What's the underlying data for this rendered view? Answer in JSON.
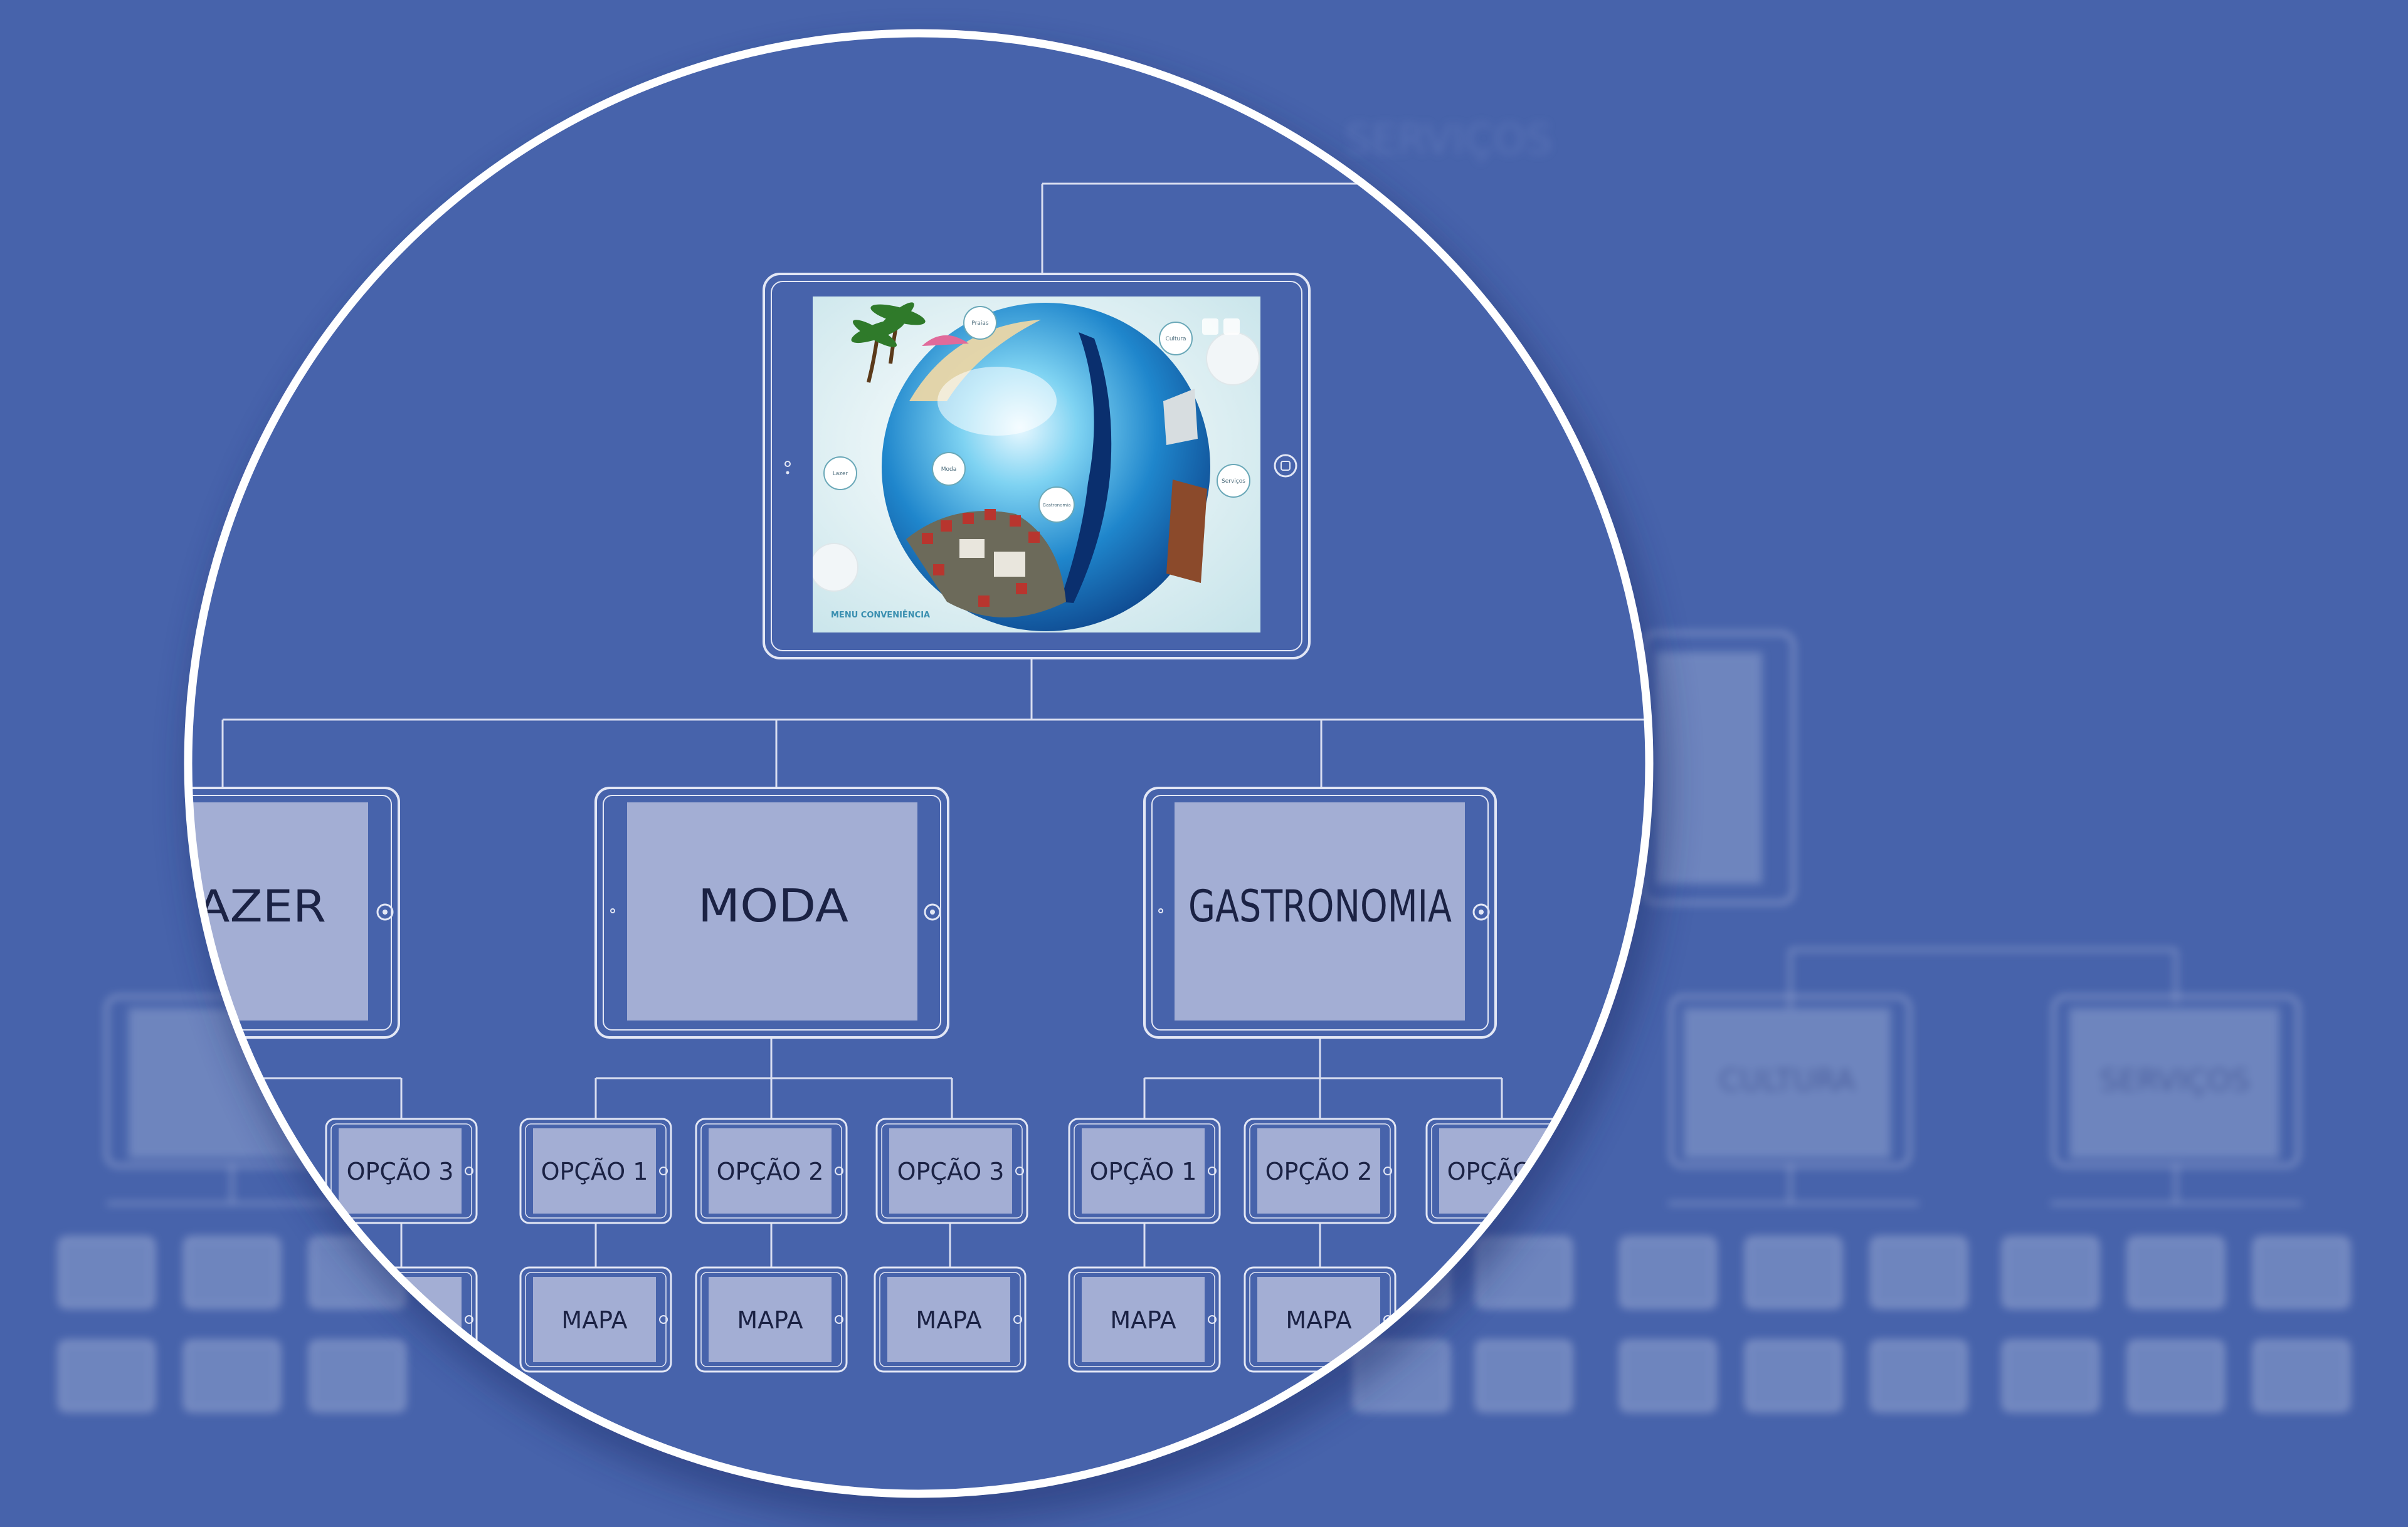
{
  "colors": {
    "background": "#4763ab",
    "screen_fill": "#a3aed4",
    "outline": "#d9def0",
    "label_text": "#1b2244",
    "lens_border": "#ffffff"
  },
  "main_screen": {
    "bubbles": [
      "Praias",
      "Cultura",
      "Lazer",
      "Moda",
      "Gastronomia",
      "Serviços"
    ],
    "caption": "MENU CONVENIÊNCIA"
  },
  "categories": [
    {
      "label": "LAZER"
    },
    {
      "label": "MODA"
    },
    {
      "label": "GASTRONOMIA"
    }
  ],
  "background_categories": [
    {
      "label": "CULTURA"
    },
    {
      "label": "SERVIÇOS"
    }
  ],
  "options": [
    "OPÇÃO 1",
    "OPÇÃO 2",
    "OPÇÃO 3"
  ],
  "map_label": "MAPA"
}
